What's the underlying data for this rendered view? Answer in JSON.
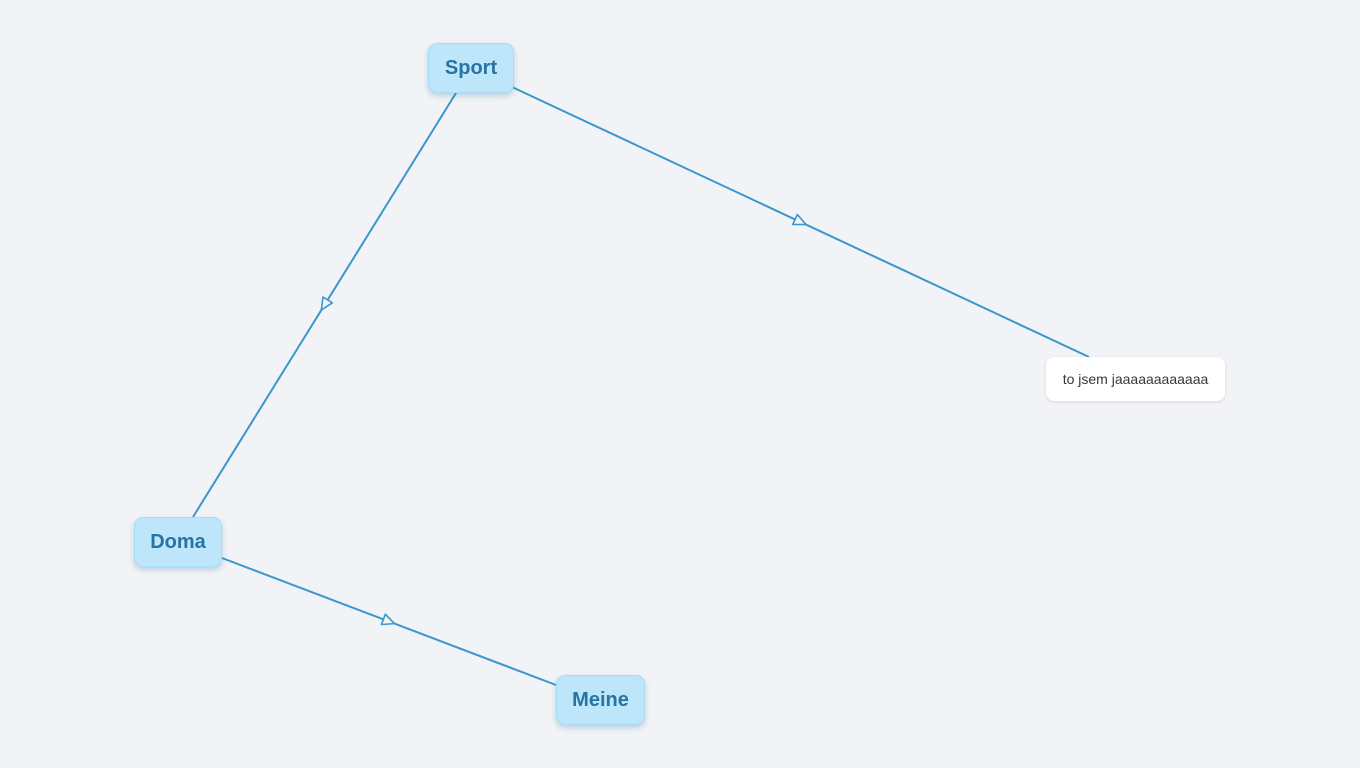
{
  "diagram": {
    "colors": {
      "background": "#f1f3f6",
      "edge": "#3a97cc",
      "primary_node_fill": "#bde6fb",
      "primary_node_text": "#2873a5",
      "secondary_node_fill": "#ffffff",
      "secondary_node_text": "#333a40"
    },
    "nodes": {
      "sport": {
        "label": "Sport"
      },
      "doma": {
        "label": "Doma"
      },
      "meine": {
        "label": "Meine"
      },
      "note": {
        "label": "to jsem jaaaaaaaaaaaa"
      }
    },
    "edges": [
      {
        "from": "sport",
        "to": "doma"
      },
      {
        "from": "sport",
        "to": "note"
      },
      {
        "from": "doma",
        "to": "meine"
      }
    ]
  }
}
